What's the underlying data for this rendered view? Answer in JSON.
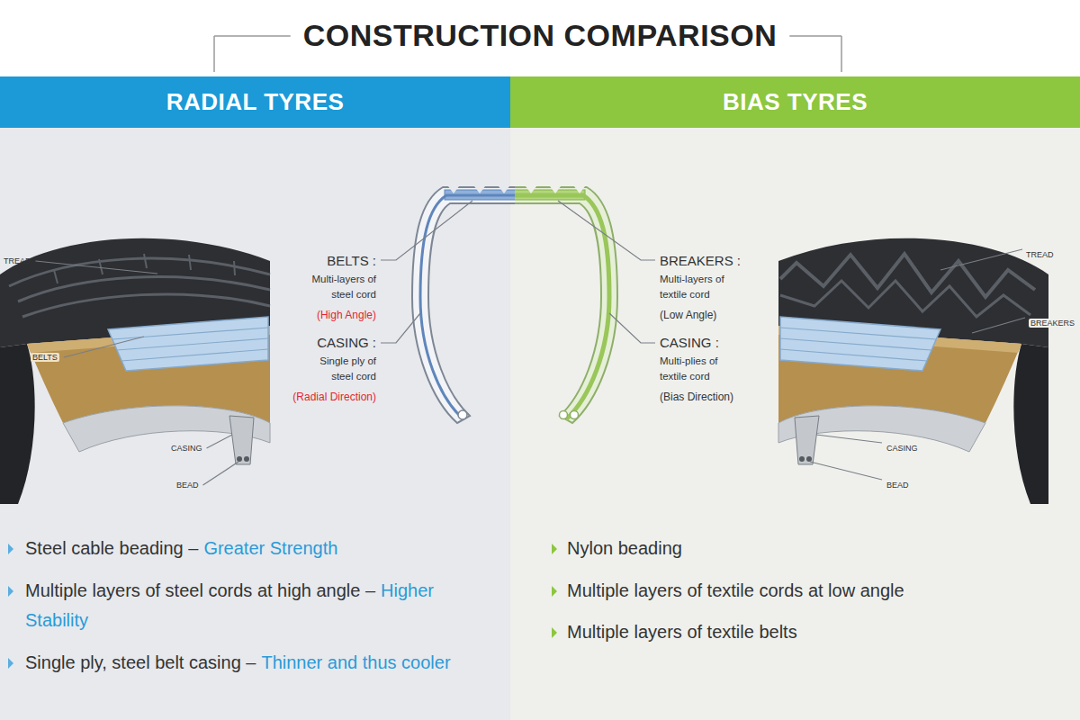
{
  "diagram": {
    "title": "CONSTRUCTION COMPARISON",
    "nodes": [
      {
        "text": [
          "RADIAL TYRES"
        ]
      },
      {
        "text": [
          "BIAS TYRES"
        ]
      }
    ],
    "labels": [
      "TREAD",
      "BELTS",
      "CASING",
      "BEAD",
      "BELTS :",
      "Multi-layers of steel cord",
      "(High Angle)",
      "CASING :",
      "Single ply of steel cord",
      "(Radial Direction)",
      "BREAKERS :",
      "Multi-layers of textile cord",
      "(Low Angle)",
      "CASING :",
      "Multi-plies of textile cord",
      "(Bias Direction)",
      "TREAD",
      "BREAKERS",
      "CASING",
      "BEAD",
      "Steel cable beading –",
      "Greater Strength",
      "Multiple layers of steel cords at high angle –",
      "Higher Stability",
      "Single ply, steel belt casing –",
      "Thinner and thus cooler",
      "Nylon beading",
      "Multiple layers of textile cords at low angle",
      "Multiple layers of textile belts"
    ]
  }
}
